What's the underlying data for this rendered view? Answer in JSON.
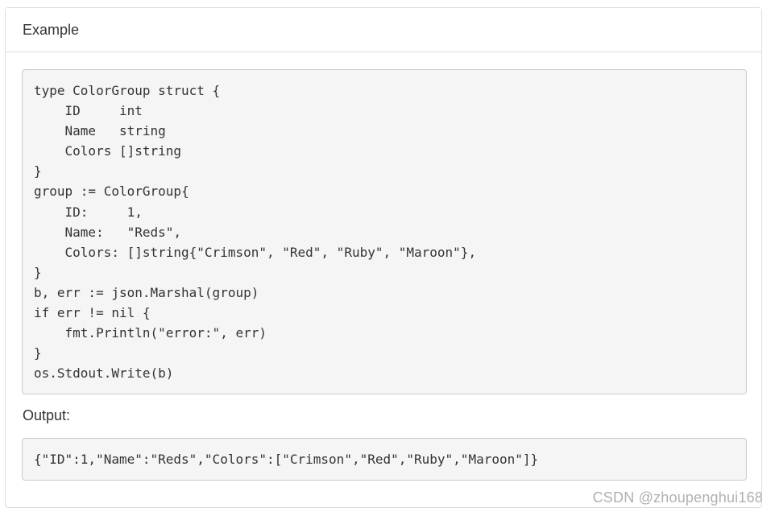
{
  "panel": {
    "title": "Example"
  },
  "code": {
    "lines": [
      "type ColorGroup struct {",
      "    ID     int",
      "    Name   string",
      "    Colors []string",
      "}",
      "group := ColorGroup{",
      "    ID:     1,",
      "    Name:   \"Reds\",",
      "    Colors: []string{\"Crimson\", \"Red\", \"Ruby\", \"Maroon\"},",
      "}",
      "b, err := json.Marshal(group)",
      "if err != nil {",
      "    fmt.Println(\"error:\", err)",
      "}",
      "os.Stdout.Write(b)"
    ]
  },
  "output": {
    "label": "Output:",
    "value": "{\"ID\":1,\"Name\":\"Reds\",\"Colors\":[\"Crimson\",\"Red\",\"Ruby\",\"Maroon\"]}"
  },
  "watermark": {
    "text": "CSDN @zhoupenghui168"
  },
  "colors": {
    "code_background": "#f5f5f5",
    "border": "#dddddd",
    "text": "#333333",
    "watermark": "#b0b0b0"
  }
}
